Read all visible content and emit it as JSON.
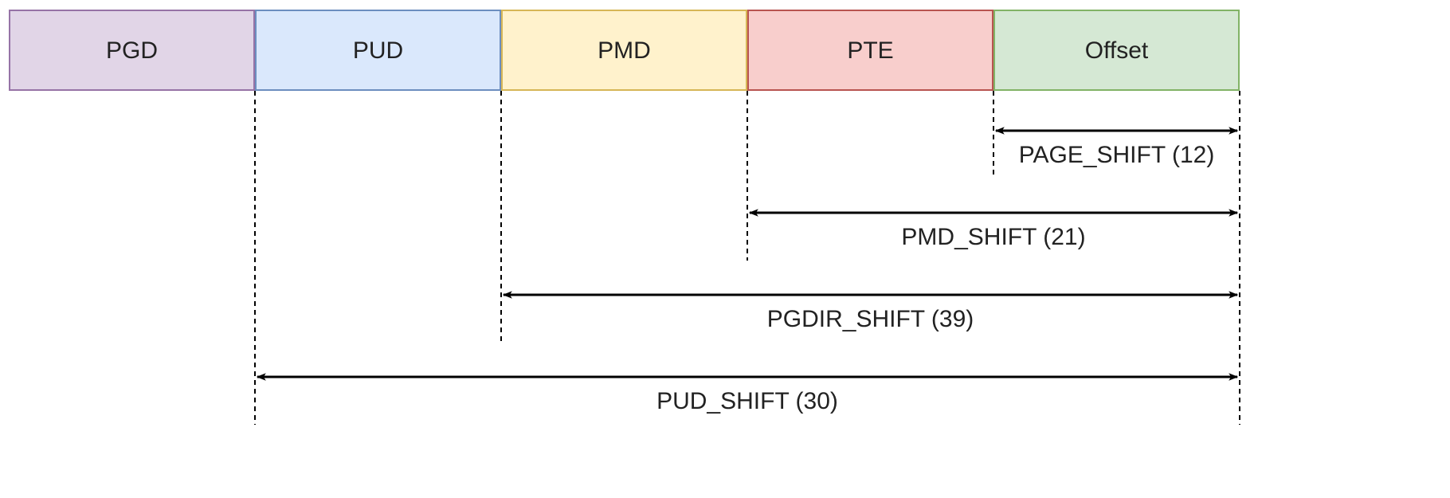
{
  "segments": [
    {
      "label": "PGD",
      "fill": "#e1d5e7",
      "stroke": "#9673a6"
    },
    {
      "label": "PUD",
      "fill": "#dae8fc",
      "stroke": "#6c8ebf"
    },
    {
      "label": "PMD",
      "fill": "#fff2cc",
      "stroke": "#d6b656"
    },
    {
      "label": "PTE",
      "fill": "#f8cecc",
      "stroke": "#b85450"
    },
    {
      "label": "Offset",
      "fill": "#d5e8d4",
      "stroke": "#82b366"
    }
  ],
  "shifts": [
    {
      "label": "PAGE_SHIFT (12)",
      "from_segment": 4
    },
    {
      "label": "PMD_SHIFT (21)",
      "from_segment": 3
    },
    {
      "label": "PGDIR_SHIFT (39)",
      "from_segment": 2
    },
    {
      "label": "PUD_SHIFT (30)",
      "from_segment": 1
    }
  ]
}
